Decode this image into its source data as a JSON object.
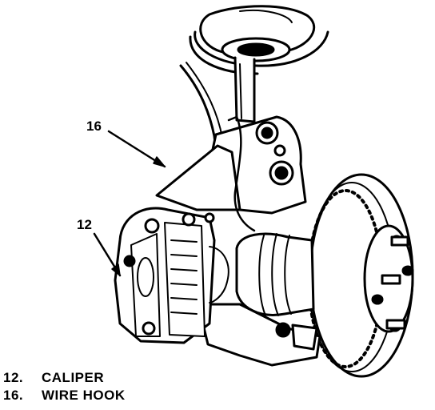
{
  "callouts": [
    {
      "number": "16",
      "target": "wire hook"
    },
    {
      "number": "12",
      "target": "caliper"
    }
  ],
  "legend": [
    {
      "number": "12.",
      "label": "CALIPER"
    },
    {
      "number": "16.",
      "label": "WIRE HOOK"
    }
  ]
}
